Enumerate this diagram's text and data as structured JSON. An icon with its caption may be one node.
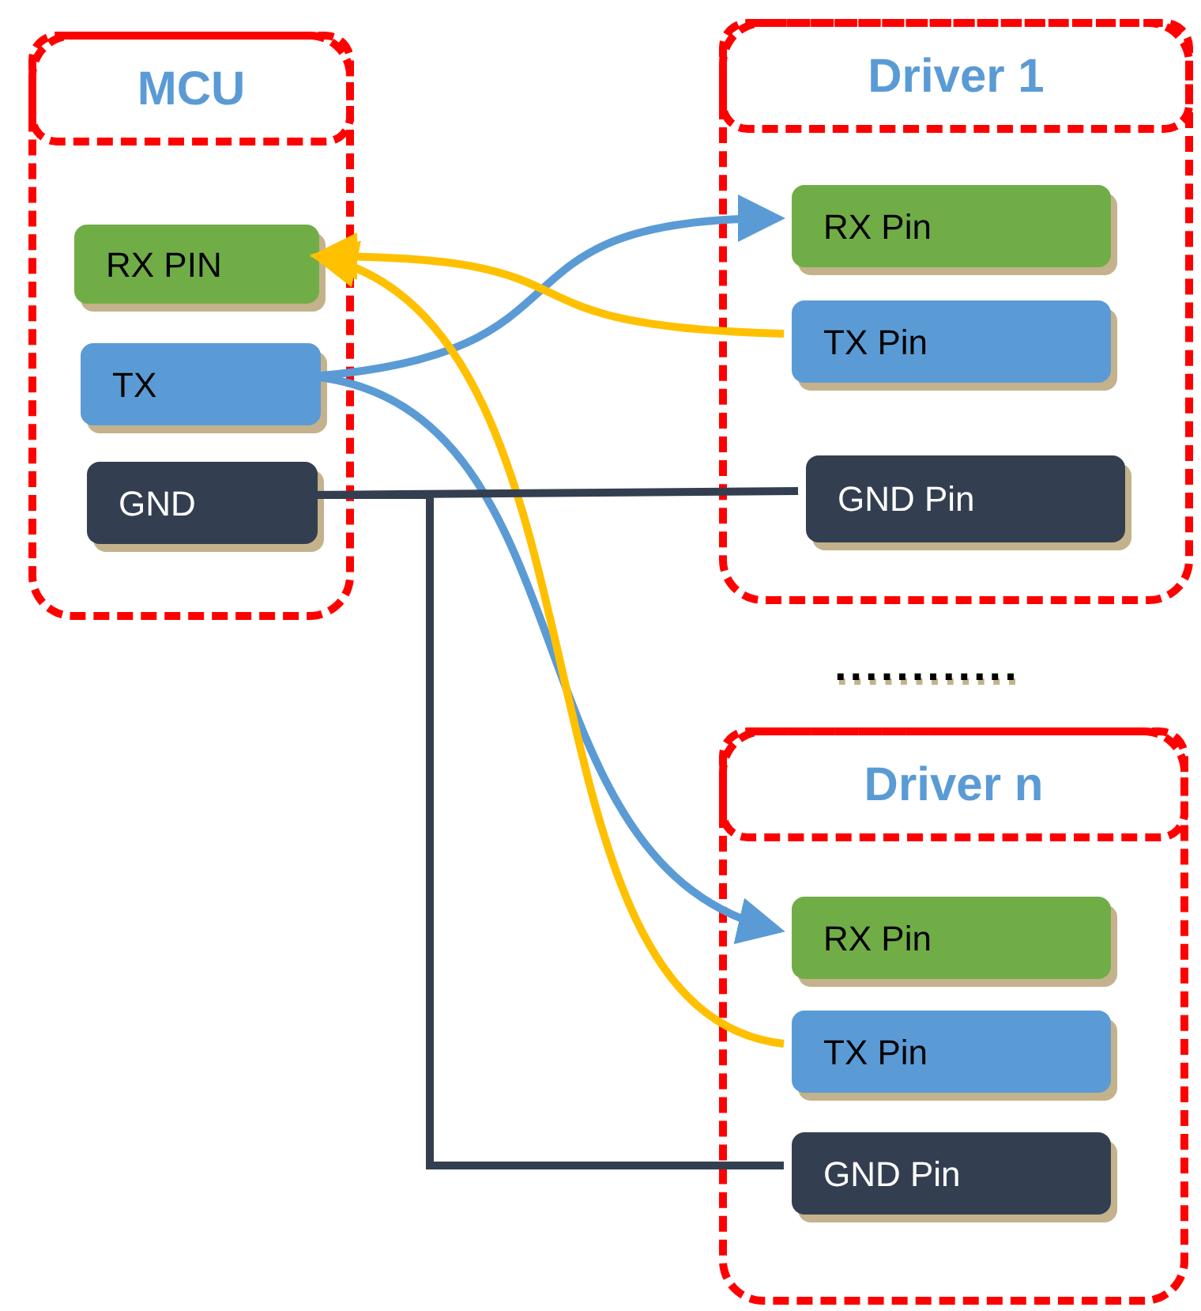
{
  "diagram": {
    "nodes": [
      {
        "text": [
          "MCU"
        ]
      },
      {
        "text": [
          "RX PIN"
        ],
        "in": 0
      },
      {
        "text": [
          "TX"
        ],
        "in": 0
      },
      {
        "text": [
          "GND"
        ],
        "in": 0
      },
      {
        "text": [
          "Driver 1"
        ]
      },
      {
        "text": [
          "RX Pin"
        ],
        "in": 4
      },
      {
        "text": [
          "TX Pin"
        ],
        "in": 4
      },
      {
        "text": [
          "GND Pin"
        ],
        "in": 4
      },
      {
        "text": [
          "Driver n"
        ]
      },
      {
        "text": [
          "RX Pin"
        ],
        "in": 8
      },
      {
        "text": [
          "TX Pin"
        ],
        "in": 8
      },
      {
        "text": [
          "GND Pin"
        ],
        "in": 8
      }
    ],
    "edges": [
      {
        "from": 2,
        "to": 5,
        "arrow": "to",
        "color": "#5b9bd5"
      },
      {
        "from": 6,
        "to": 1,
        "arrow": "to",
        "color": "#ffc000"
      },
      {
        "from": 2,
        "to": 9,
        "arrow": "to",
        "color": "#5b9bd5"
      },
      {
        "from": 10,
        "to": 1,
        "arrow": "to",
        "color": "#ffc000"
      },
      {
        "from": 3,
        "to": 7,
        "arrow": "none",
        "color": "#333f50"
      },
      {
        "from": 3,
        "to": 11,
        "arrow": "none",
        "color": "#333f50"
      }
    ],
    "labels": [
      "............"
    ]
  }
}
